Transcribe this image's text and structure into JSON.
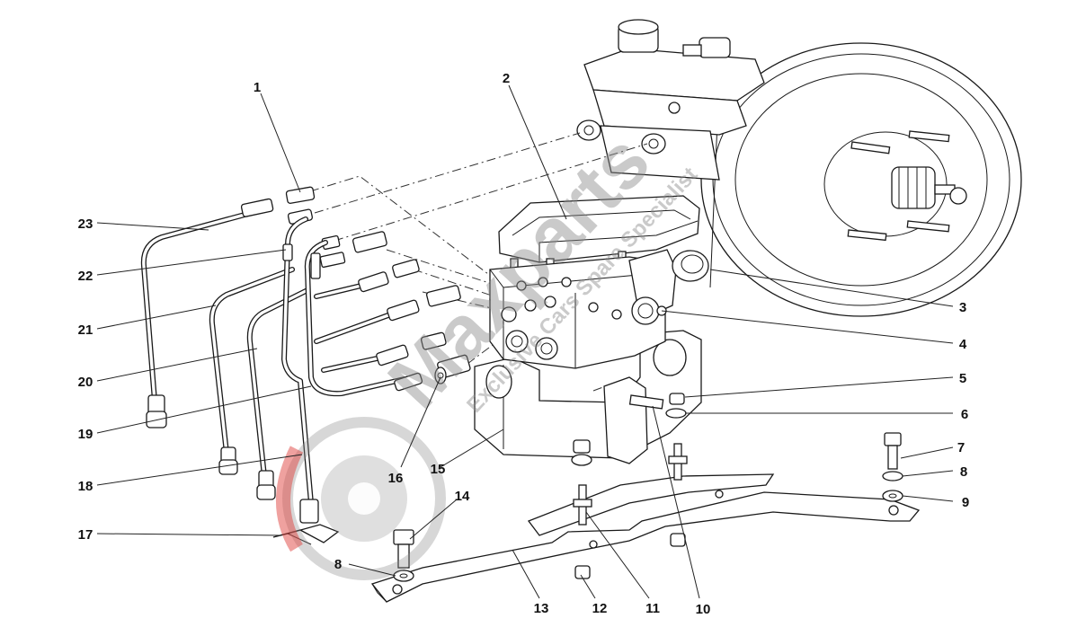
{
  "callouts": [
    {
      "id": "1",
      "text": "1"
    },
    {
      "id": "2",
      "text": "2"
    },
    {
      "id": "3",
      "text": "3"
    },
    {
      "id": "4",
      "text": "4"
    },
    {
      "id": "5",
      "text": "5"
    },
    {
      "id": "6",
      "text": "6"
    },
    {
      "id": "7",
      "text": "7"
    },
    {
      "id": "8a",
      "text": "8"
    },
    {
      "id": "8b",
      "text": "8"
    },
    {
      "id": "9",
      "text": "9"
    },
    {
      "id": "10",
      "text": "10"
    },
    {
      "id": "11",
      "text": "11"
    },
    {
      "id": "12",
      "text": "12"
    },
    {
      "id": "13",
      "text": "13"
    },
    {
      "id": "14",
      "text": "14"
    },
    {
      "id": "15",
      "text": "15"
    },
    {
      "id": "16",
      "text": "16"
    },
    {
      "id": "17",
      "text": "17"
    },
    {
      "id": "18",
      "text": "18"
    },
    {
      "id": "19",
      "text": "19"
    },
    {
      "id": "20",
      "text": "20"
    },
    {
      "id": "21",
      "text": "21"
    },
    {
      "id": "22",
      "text": "22"
    },
    {
      "id": "23",
      "text": "23"
    }
  ],
  "watermark": {
    "brand": "Maxparts",
    "tagline": "Exclusive Cars Spare Specialist",
    "colors": {
      "gray": "#8c8c8c",
      "red": "#e0443f"
    }
  }
}
